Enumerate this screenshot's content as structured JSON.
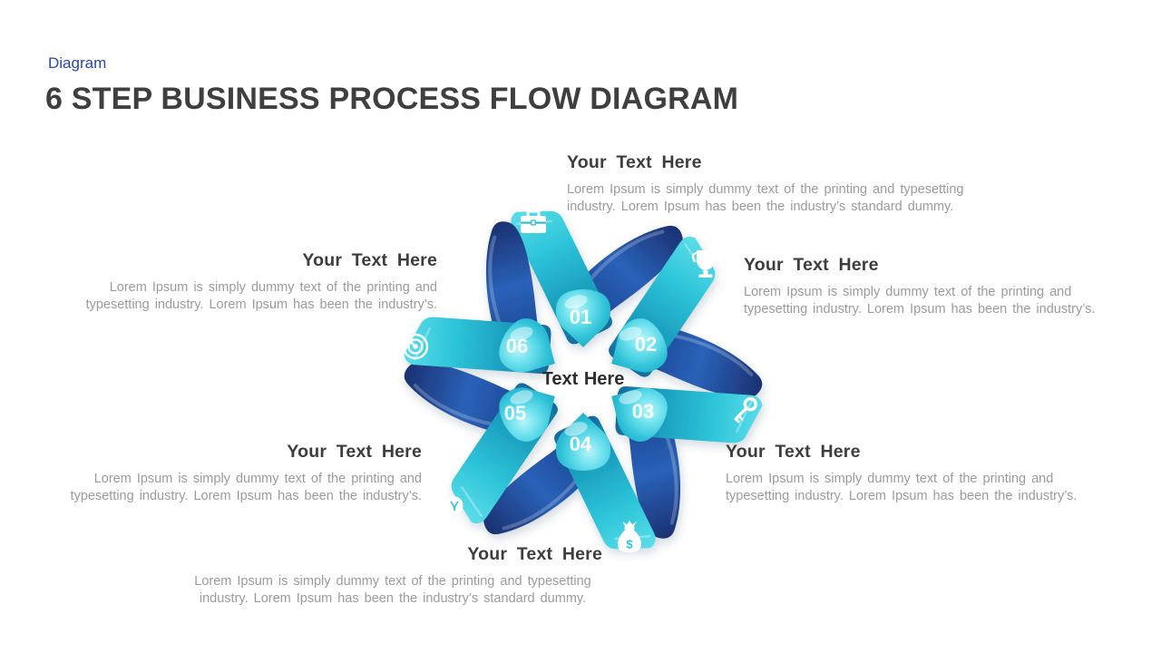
{
  "page": {
    "kicker": "Diagram",
    "title": "6 STEP BUSINESS PROCESS FLOW DIAGRAM"
  },
  "diagram": {
    "center_label": "Text Here",
    "money_symbol": "$",
    "steps": [
      {
        "number": "01",
        "icon": "briefcase-icon",
        "heading": "Your Text Here",
        "body": "Lorem Ipsum is simply dummy text of the printing and typesetting industry.  Lorem Ipsum has been the industry’s standard dummy."
      },
      {
        "number": "02",
        "icon": "trophy-icon",
        "heading": "Your Text Here",
        "body": "Lorem Ipsum is simply dummy text of the printing and typesetting industry. Lorem Ipsum has been the industry’s."
      },
      {
        "number": "03",
        "icon": "key-icon",
        "heading": "Your Text Here",
        "body": "Lorem Ipsum is simply dummy text of the printing and typesetting industry. Lorem Ipsum has been the industry’s."
      },
      {
        "number": "04",
        "icon": "money-bag-icon",
        "heading": "Your Text Here",
        "body": "Lorem Ipsum is simply dummy text of the printing and typesetting industry.  Lorem Ipsum has been the industry’s standard dummy."
      },
      {
        "number": "05",
        "icon": "light-bulb-icon",
        "heading": "Your Text Here",
        "body": "Lorem Ipsum is simply dummy text of the printing and typesetting industry. Lorem Ipsum has been the industry’s."
      },
      {
        "number": "06",
        "icon": "target-icon",
        "heading": "Your Text Here",
        "body": "Lorem Ipsum is simply dummy text of the printing and typesetting industry. Lorem Ipsum has been the industry’s."
      }
    ]
  },
  "colors": {
    "teal": "#2cc3d8",
    "navy": "#1d4ea0",
    "kicker_blue": "#2847a6",
    "heading_text": "#3d3d3d",
    "body_text": "#9b9b9b"
  }
}
